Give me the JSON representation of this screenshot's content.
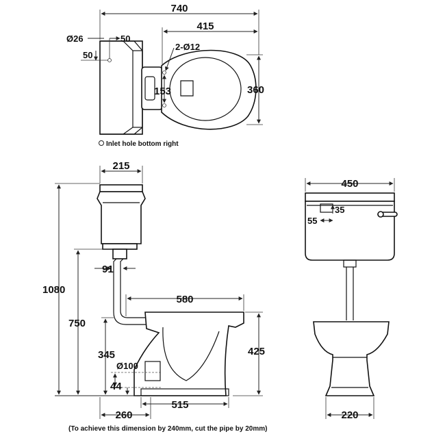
{
  "top_view": {
    "overall_width": "740",
    "pan_projection": "415",
    "inlet_diameter": "Ø26",
    "inlet_offset_x": "50",
    "inlet_offset_y": "50",
    "seat_holes": "2-Ø12",
    "seat_hole_spacing": "153",
    "depth": "360",
    "inlet_note": "Inlet hole bottom right"
  },
  "side_view": {
    "cistern_depth": "215",
    "pipe_offset": "91",
    "pan_length": "580",
    "overall_height": "1080",
    "cistern_bottom_height": "750",
    "outlet_height": "345",
    "outlet_diameter": "Ø100",
    "outlet_centre": "44",
    "pan_height": "425",
    "wall_to_outlet": "260",
    "base_length": "515",
    "footnote": "(To achieve this dimension by 240mm, cut the pipe by 20mm)"
  },
  "front_view": {
    "cistern_width": "450",
    "lever_height": "35",
    "lever_offset": "55",
    "base_width": "220"
  }
}
